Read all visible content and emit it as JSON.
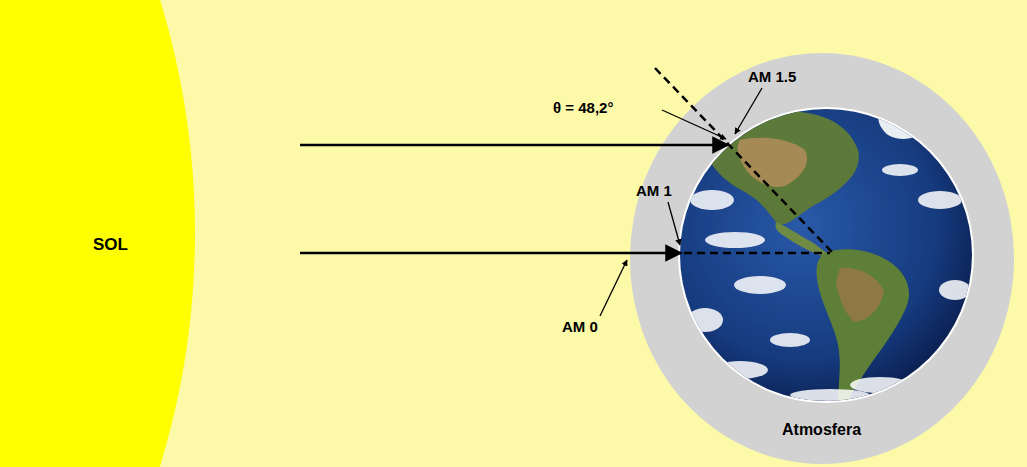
{
  "diagram": {
    "nodes": [
      {
        "text": [
          "SOL"
        ]
      },
      {
        "text": [
          "Atmosfera"
        ]
      }
    ],
    "labels": [
      "θ = 48,2°",
      "AM 1.5",
      "AM 1",
      "AM 0"
    ]
  }
}
